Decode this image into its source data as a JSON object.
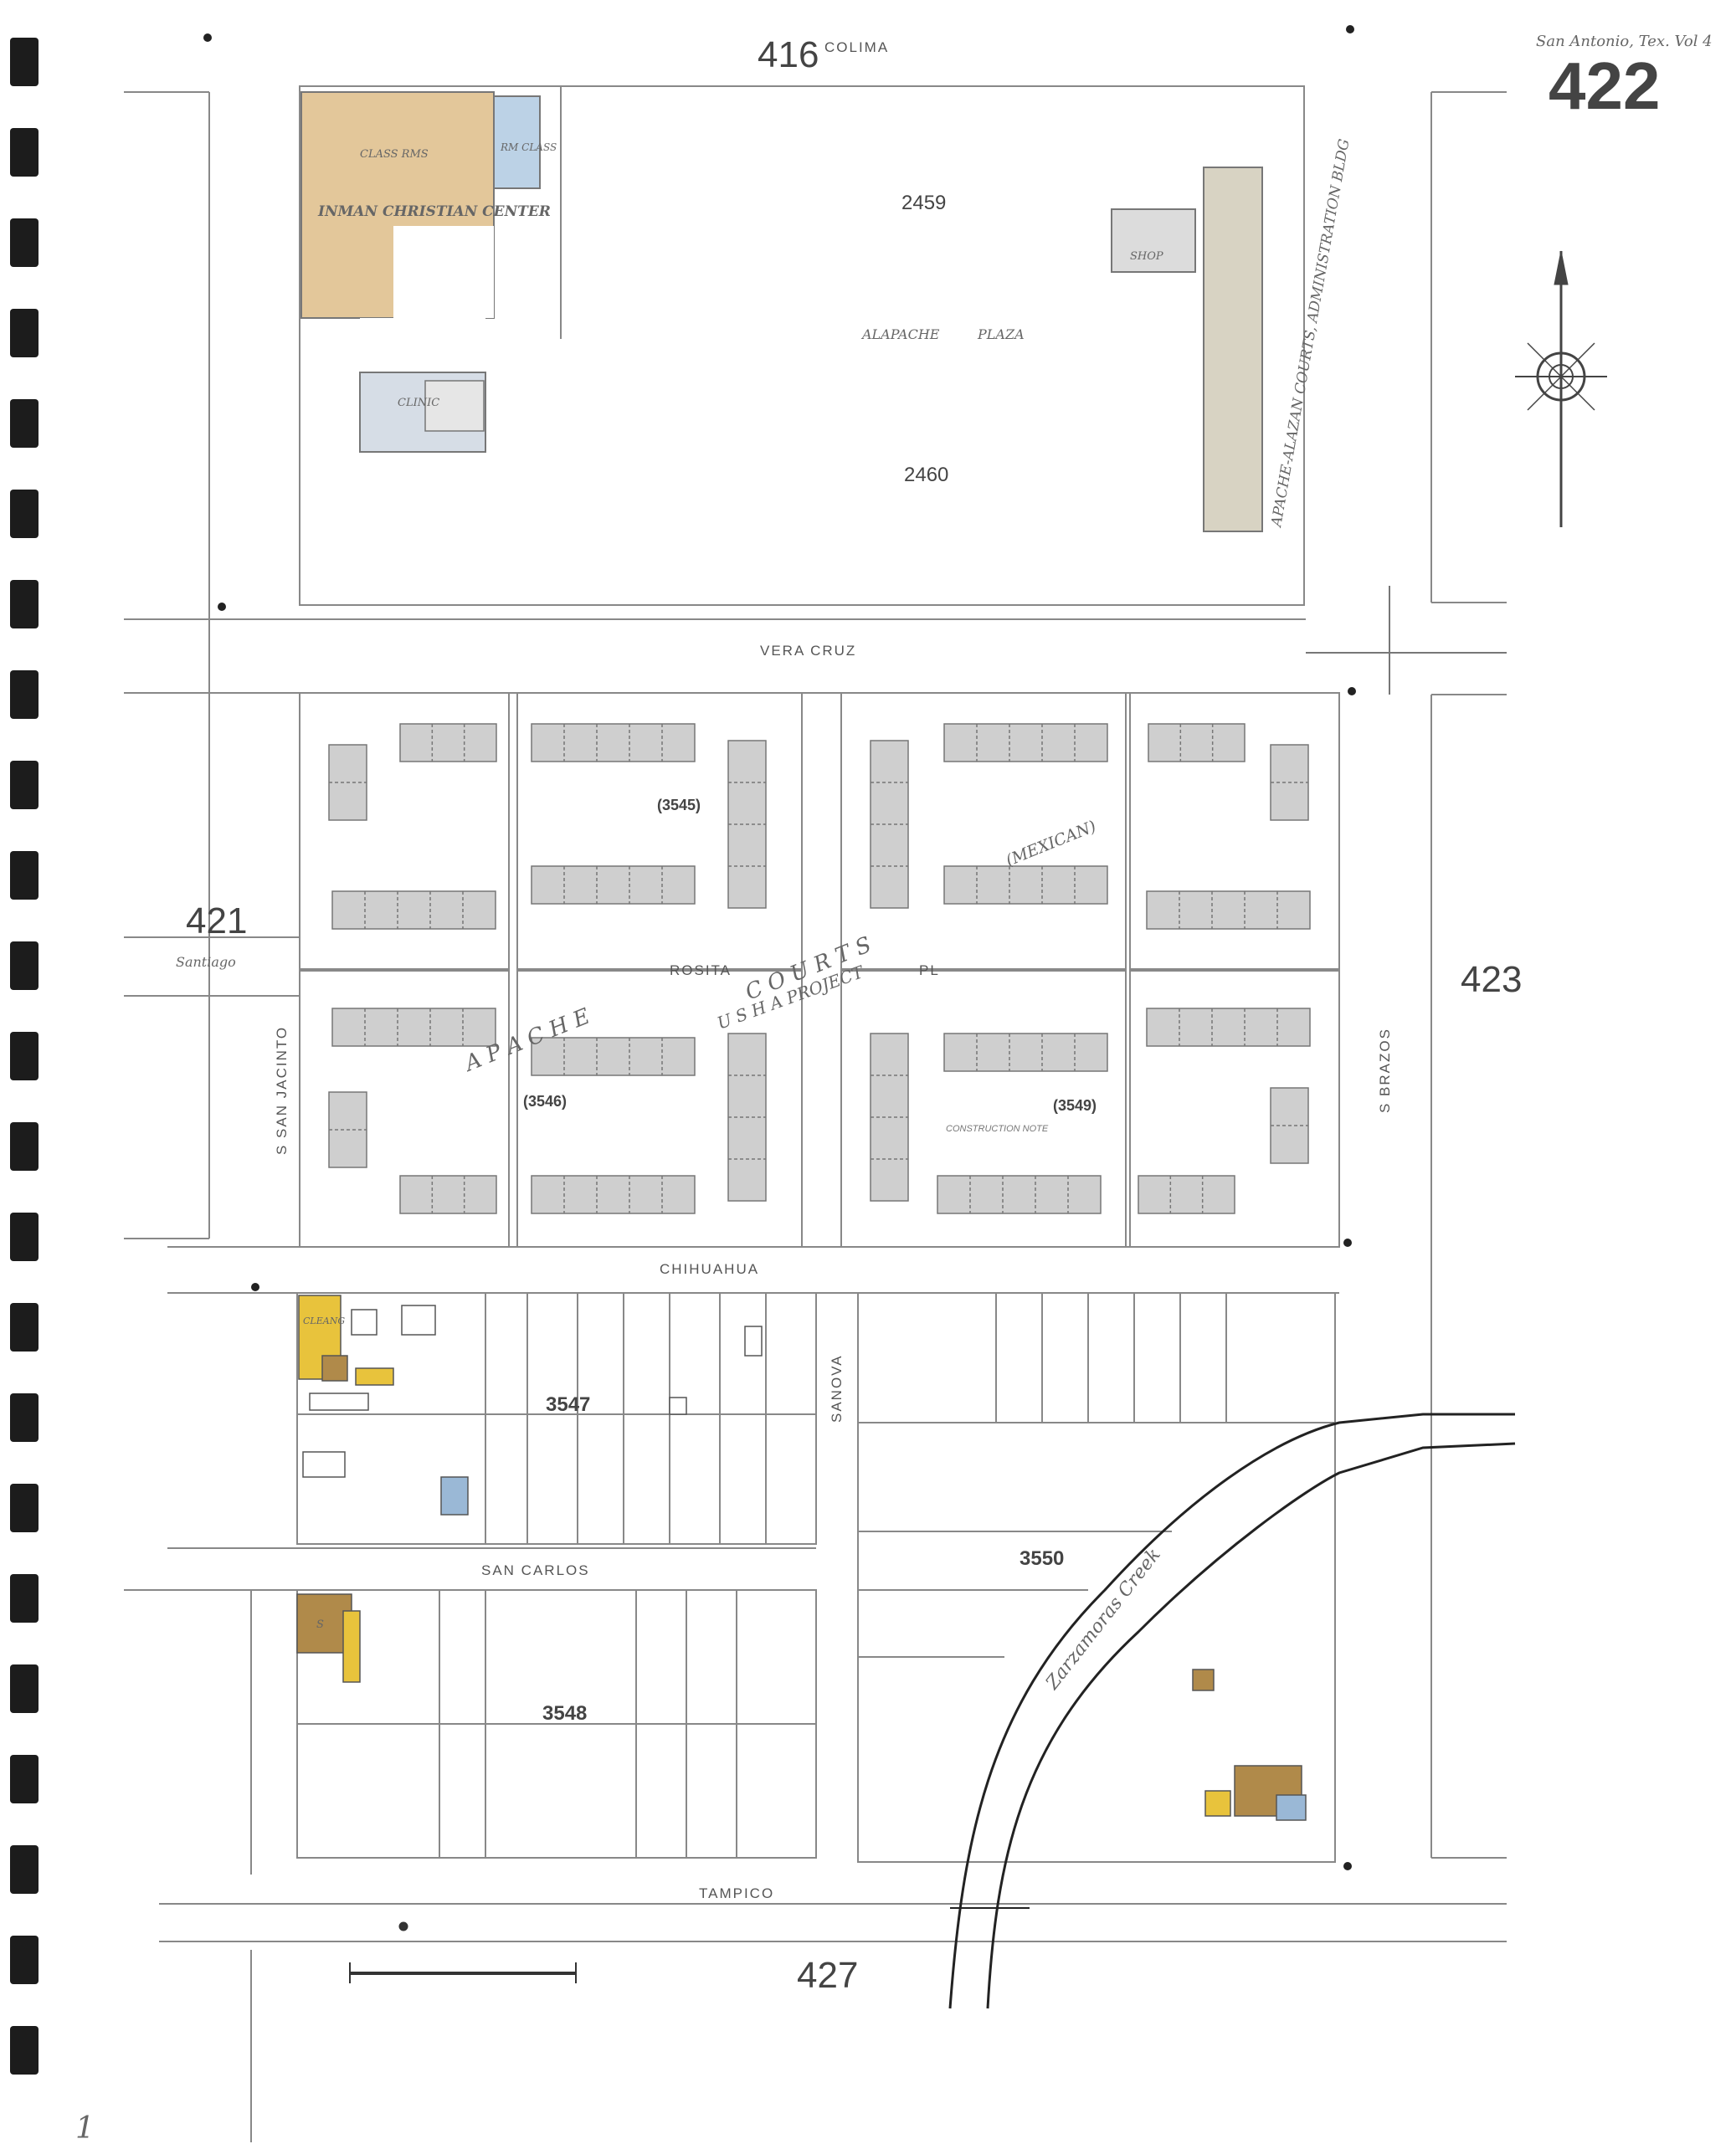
{
  "header": {
    "city_vol": "San Antonio, Tex. Vol 4",
    "sheet_number": "422"
  },
  "adjacent_sheets": {
    "north": "416",
    "west": "421",
    "east": "423",
    "south": "427"
  },
  "streets": {
    "colima": "COLIMA",
    "vera_cruz": "VERA CRUZ",
    "rosita_pl": "ROSITA",
    "rosita_pl_suffix": "PL",
    "chihuahua": "CHIHUAHUA",
    "san_carlos": "SAN CARLOS",
    "tampico": "TAMPICO",
    "santiago": "Santiago",
    "s_san_jacinto": "S SAN JACINTO",
    "s_brazos": "S BRAZOS",
    "sanova": "SANOVA"
  },
  "blocks": {
    "b2459": "2459",
    "b2460": "2460",
    "b3545": "(3545)",
    "b3546": "(3546)",
    "b3549": "(3549)",
    "b3547": "3547",
    "b3548": "3548",
    "b3550": "3550"
  },
  "places": {
    "inman": "INMAN CHRISTIAN CENTER",
    "class_rms": "CLASS RMS",
    "rm_class": "RM CLASS",
    "clinic": "CLINIC",
    "alapache_plaza_1": "ALAPACHE",
    "alapache_plaza_2": "PLAZA",
    "apache_admin": "APACHE-ALAZAN COURTS, ADMINISTRATION BLDG",
    "shop": "SHOP",
    "courts_1": "C O U R T S",
    "project": "U S H A PROJECT",
    "mexican": "(MEXICAN)",
    "apache": "A P A C H E",
    "creek": "Zarzamoras Creek",
    "construction_note": "CONSTRUCTION NOTE",
    "cleaning": "CLEANG",
    "store": "S"
  },
  "footer": {
    "page_mark": "1"
  },
  "colors": {
    "building_gray": "#cfcfcf",
    "frame_yellow": "#e8c33c",
    "brick_brown": "#b08a4a",
    "stone_blue": "#9ab8d6",
    "adobe_tan": "#d9b27a",
    "ink": "#555555",
    "binding": "#1c1c1c"
  }
}
